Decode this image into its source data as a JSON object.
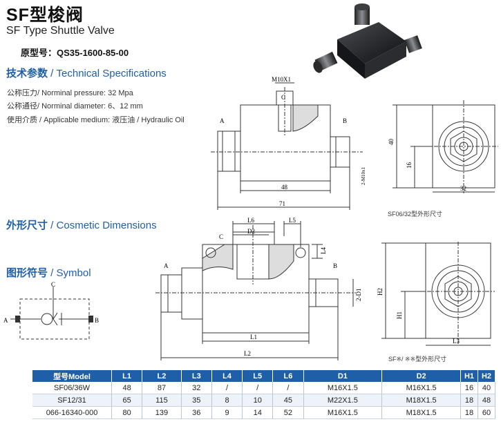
{
  "header": {
    "title_cn": "SF型梭阀",
    "title_en": "SF Type Shuttle Valve",
    "original_model": "原型号：QS35-1600-85-00"
  },
  "tech_spec": {
    "heading_cn": "技术参数",
    "heading_sep": " / ",
    "heading_en": "Technical Specifications",
    "lines": [
      "公称压力/ Norminal pressure: 32 Mpa",
      "公称通径/ Norminal diameter: 6、12 mm",
      "使用介质 / Applicable medium: 液压油 / Hydraulic Oil"
    ]
  },
  "dimensions": {
    "heading_cn": "外形尺寸",
    "heading_sep": " / ",
    "heading_en": "Cosmetic Dimensions"
  },
  "symbol": {
    "heading_cn": "图形符号",
    "heading_sep": " / ",
    "heading_en": "Symbol",
    "port_a": "A",
    "port_b": "B",
    "port_c": "C"
  },
  "drawing1": {
    "label_m10": "M10X1",
    "label_c": "C",
    "label_a": "A",
    "label_b": "B",
    "dim_48": "48",
    "dim_71": "71",
    "dim_40": "40",
    "dim_16": "16",
    "dim_32": "32",
    "dim_2m": "2-M10x1",
    "caption": "SF06/32型外形尺寸"
  },
  "drawing2": {
    "label_l6": "L6",
    "label_d2": "D2",
    "label_l5": "L5",
    "label_l4": "L4",
    "label_c": "C",
    "label_a": "A",
    "label_b": "B",
    "label_2d1": "2-D1",
    "label_l1": "L1",
    "label_l2": "L2",
    "label_h2": "H2",
    "label_h1": "H1",
    "label_l3": "L3",
    "caption": "SF※/ ※※型外形尺寸"
  },
  "table": {
    "headers": [
      "型号Model",
      "L1",
      "L2",
      "L3",
      "L4",
      "L5",
      "L6",
      "D1",
      "D2",
      "H1",
      "H2"
    ],
    "rows": [
      [
        "SF06/36W",
        "48",
        "87",
        "32",
        "/",
        "/",
        "/",
        "M16X1.5",
        "M16X1.5",
        "16",
        "40"
      ],
      [
        "SF12/31",
        "65",
        "115",
        "35",
        "8",
        "10",
        "45",
        "M22X1.5",
        "M18X1.5",
        "18",
        "48"
      ],
      [
        "066-16340-000",
        "80",
        "139",
        "36",
        "9",
        "14",
        "52",
        "M16X1.5",
        "M18X1.5",
        "18",
        "60"
      ]
    ]
  },
  "colors": {
    "accent": "#1f5fa8",
    "line": "#222222"
  }
}
